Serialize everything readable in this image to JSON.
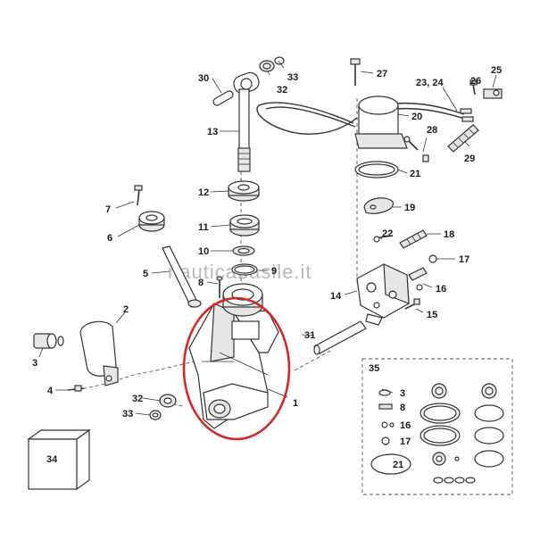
{
  "watermark": "nauticabasile.it",
  "highlight_color": "#d62828",
  "line_color": "#333333",
  "callouts": {
    "c1": "1",
    "c2": "2",
    "c3": "3",
    "c4": "4",
    "c5": "5",
    "c6": "6",
    "c7": "7",
    "c8": "8",
    "c9": "9",
    "c10": "10",
    "c11": "11",
    "c12": "12",
    "c13": "13",
    "c14": "14",
    "c15": "15",
    "c16": "16",
    "c17": "17",
    "c18": "18",
    "c19": "19",
    "c20": "20",
    "c21": "21",
    "c22": "22",
    "c23_24": "23, 24",
    "c25": "25",
    "c26": "26",
    "c27": "27",
    "c28": "28",
    "c29": "29",
    "c30": "30",
    "c31": "31",
    "c32": "32",
    "c32b": "32",
    "c33": "33",
    "c33b": "33",
    "c34": "34",
    "c35": "35"
  },
  "kit_labels": {
    "k3": "3",
    "k8": "8",
    "k16": "16",
    "k17": "17",
    "k21": "21"
  }
}
